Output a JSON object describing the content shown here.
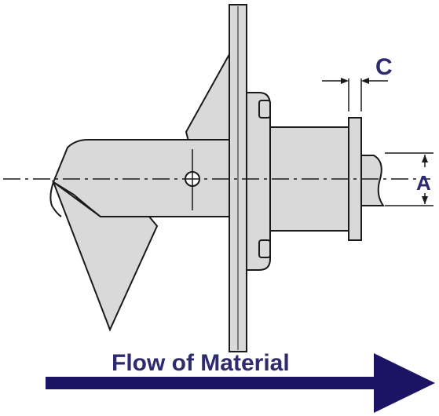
{
  "labels": {
    "dimension_a": "A",
    "dimension_c": "C",
    "flow": "Flow of Material"
  },
  "colors": {
    "part_fill": "#d9d9d9",
    "outline": "#1a1a1a",
    "label_navy": "#2e2a6e",
    "arrow_navy": "#1b1363"
  }
}
